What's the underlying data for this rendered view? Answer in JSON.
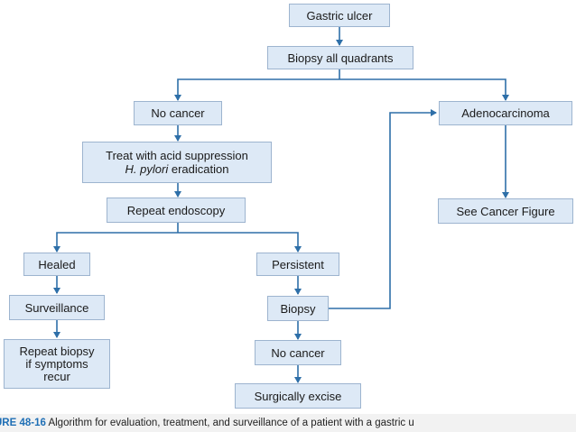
{
  "nodes": {
    "gastric_ulcer": "Gastric ulcer",
    "biopsy_all": "Biopsy all quadrants",
    "no_cancer_top": "No cancer",
    "adenocarcinoma": "Adenocarcinoma",
    "treat_line1": "Treat with acid suppression",
    "treat_line2_italic": "H. pylori",
    "treat_line2_rest": " eradication",
    "see_cancer": "See Cancer Figure",
    "repeat_endoscopy": "Repeat endoscopy",
    "healed": "Healed",
    "persistent": "Persistent",
    "surveillance": "Surveillance",
    "biopsy": "Biopsy",
    "repeat_biopsy_l1": "Repeat biopsy",
    "repeat_biopsy_l2": "if symptoms",
    "repeat_biopsy_l3": "recur",
    "no_cancer_bottom": "No cancer",
    "surgically_excise": "Surgically excise"
  },
  "caption": {
    "label": "URE 48-16",
    "text": " Algorithm for evaluation, treatment, and surveillance of a patient with a gastric u"
  },
  "colors": {
    "arrow": "#2e6fa8",
    "box_fill": "#dde9f6",
    "box_border": "#9db4cf"
  }
}
